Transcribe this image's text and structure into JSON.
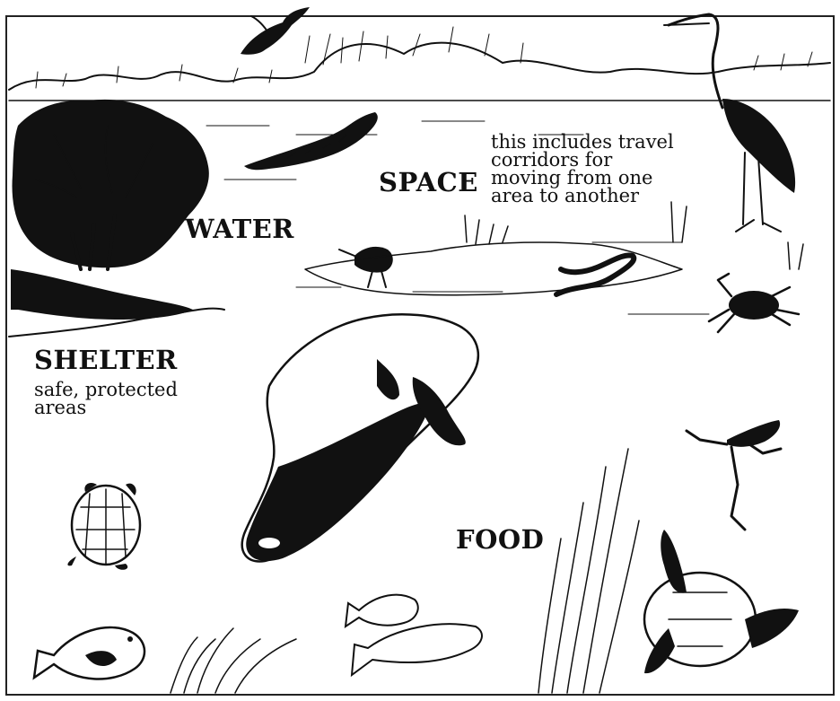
{
  "labels": {
    "water": "WATER",
    "space": "SPACE",
    "space_note": "this includes travel\ncorridors for\nmoving from one\narea to another",
    "shelter": "SHELTER",
    "shelter_note": "safe, protected\nareas",
    "food": "FOOD"
  },
  "icons": [
    "bird-icon",
    "alligator-icon",
    "heron-icon",
    "tree-icon",
    "sandpiper-icon",
    "snake-icon",
    "crab-icon",
    "manatee-icon",
    "frog-icon",
    "turtle-icon",
    "fish-icon",
    "seagrass-icon"
  ]
}
